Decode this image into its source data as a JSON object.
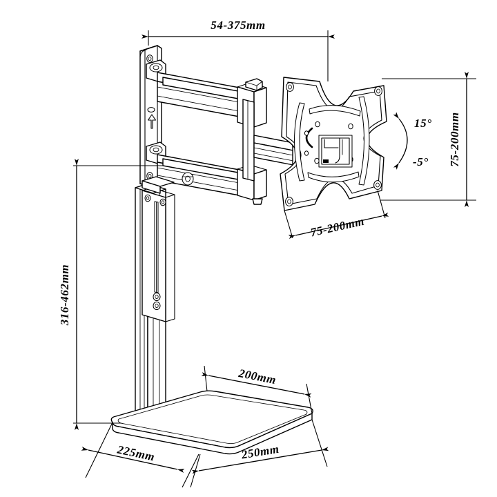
{
  "drawing": {
    "title": "Monitor stand technical dimension drawing",
    "line_color": "#000000",
    "background_color": "#ffffff",
    "view": "isometric technical line drawing"
  },
  "dimensions": {
    "extension_depth": {
      "label": "54-375mm",
      "name": "arm-extension-range",
      "orientation": "horizontal",
      "position": "top"
    },
    "vesa_vertical": {
      "label": "75-200mm",
      "name": "vesa-vertical-range",
      "orientation": "vertical",
      "position": "right"
    },
    "vesa_horizontal": {
      "label": "75-200mm",
      "name": "vesa-horizontal-range",
      "orientation": "angled",
      "position": "below-vesa-plate"
    },
    "height_range": {
      "label": "316-462mm",
      "name": "column-height-range",
      "orientation": "vertical",
      "position": "left"
    },
    "base_depth": {
      "label": "200mm",
      "name": "base-depth",
      "orientation": "angled",
      "position": "base-upper-right"
    },
    "base_left": {
      "label": "225mm",
      "name": "base-left-width",
      "orientation": "angled",
      "position": "base-lower-left"
    },
    "base_width": {
      "label": "250mm",
      "name": "base-width",
      "orientation": "angled",
      "position": "base-lower-right"
    }
  },
  "tilt": {
    "up_label": "15°",
    "down_label": "-5°",
    "name": "tilt-range-indicator"
  },
  "parts": {
    "wall_plate": "wall-mount-plate",
    "upper_arm": "upper-articulating-arm",
    "lower_arm": "lower-articulating-arm",
    "extension_arm": "extension-arm",
    "vesa_plate": "vesa-mounting-plate",
    "column": "vertical-column",
    "slider_bracket": "column-slider-bracket",
    "base_plate": "base-plate",
    "up_arrow_marking": "up-orientation-arrow"
  }
}
